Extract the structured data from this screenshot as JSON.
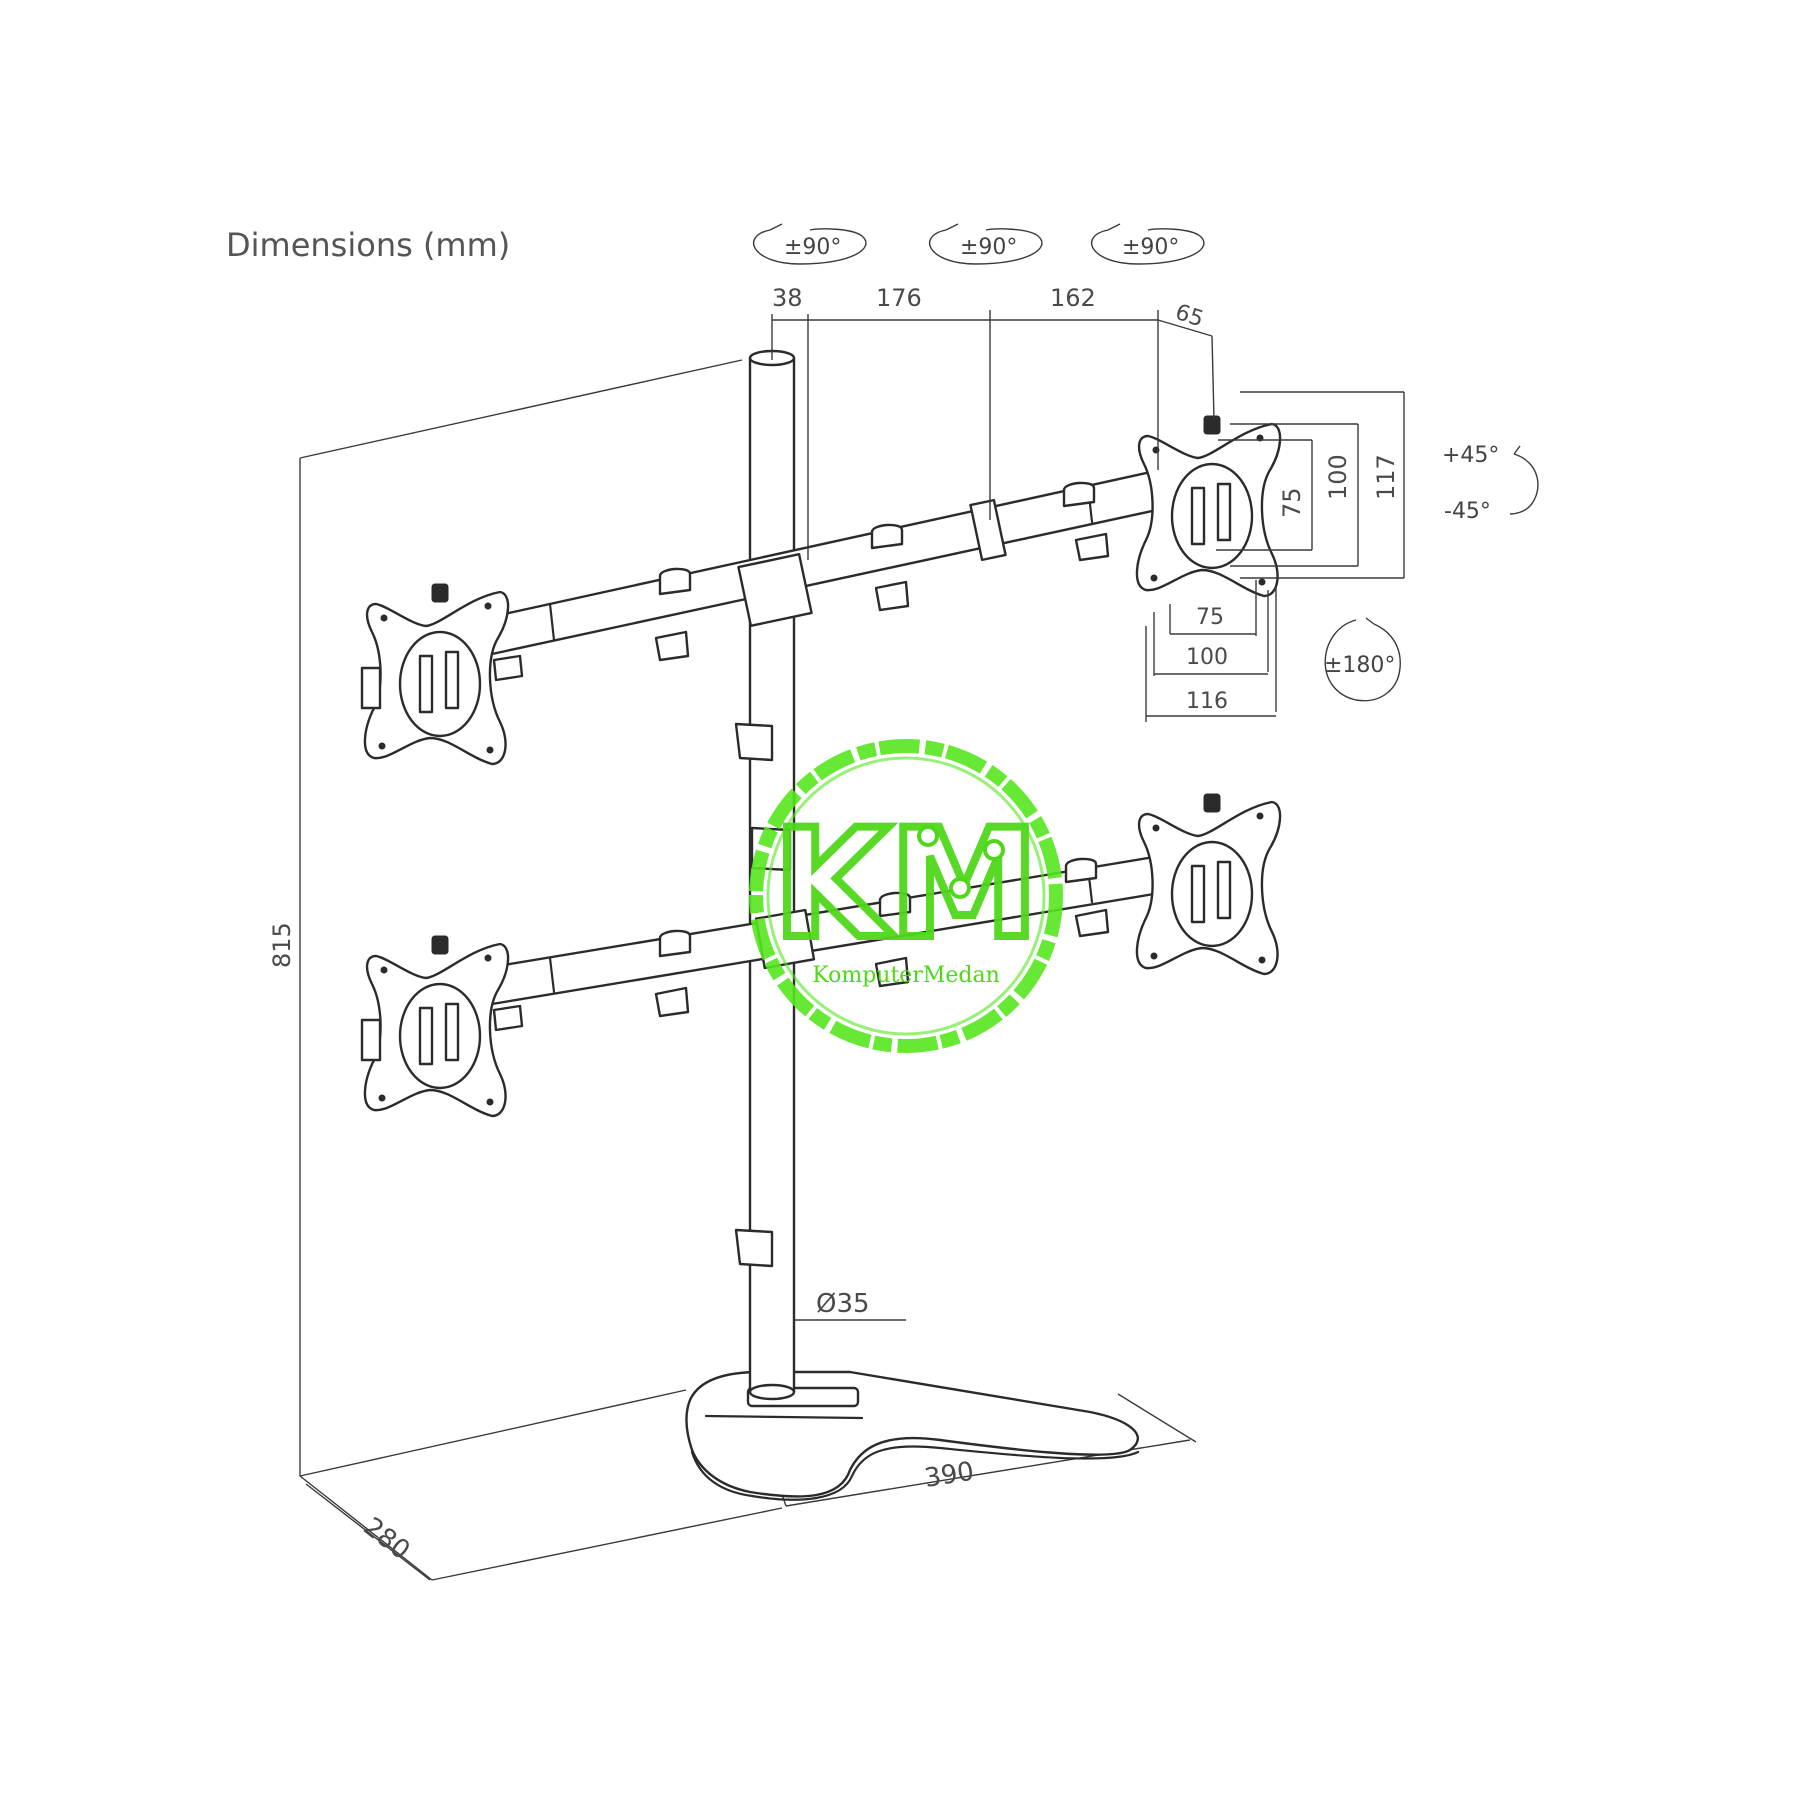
{
  "title": "Dimensions (mm)",
  "rotation": {
    "pivot_1": "±90°",
    "pivot_2": "±90°",
    "pivot_3": "±90°",
    "tilt_up": "+45°",
    "tilt_down": "-45°",
    "swivel": "±180°"
  },
  "dimensions": {
    "arm_offset": "38",
    "arm_segment_1": "176",
    "arm_segment_2": "162",
    "head_depth": "65",
    "vesa_h_75": "75",
    "vesa_h_100": "100",
    "plate_height": "117",
    "vesa_w_75": "75",
    "vesa_w_100": "100",
    "plate_width": "116",
    "pole_diameter": "Ø35",
    "total_height": "815",
    "base_width": "390",
    "base_depth": "280"
  },
  "watermark": {
    "logo_letters": "KM",
    "brand": "KomputerMedan",
    "color": "#55e61e"
  }
}
